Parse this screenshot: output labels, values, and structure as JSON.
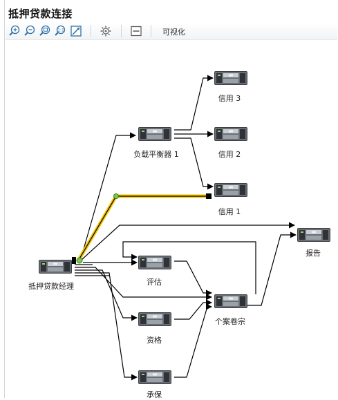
{
  "window": {
    "title": "抵押贷款连接"
  },
  "toolbar": {
    "buttons": [
      {
        "name": "zoom-in-icon",
        "label": ""
      },
      {
        "name": "zoom-out-icon",
        "label": ""
      },
      {
        "name": "zoom-fit-icon",
        "label": ""
      },
      {
        "name": "zoom-actual-icon",
        "label": ""
      },
      {
        "name": "fit-page-icon",
        "label": ""
      },
      {
        "name": "settings-icon",
        "label": ""
      },
      {
        "name": "panel-toggle-icon",
        "label": ""
      }
    ],
    "visualize_label": "可视化"
  },
  "diagram": {
    "nodes": {
      "source": "抵押贷款经理",
      "balancer": "负载平衡器 1",
      "credit3": "信用 3",
      "credit2": "信用 2",
      "credit1": "信用 1",
      "report": "报告",
      "assess": "评估",
      "qualify": "资格",
      "underwrite": "承保",
      "casefile": "个案卷宗"
    },
    "highlight_color": "#f2c400",
    "line_color": "#000000"
  }
}
